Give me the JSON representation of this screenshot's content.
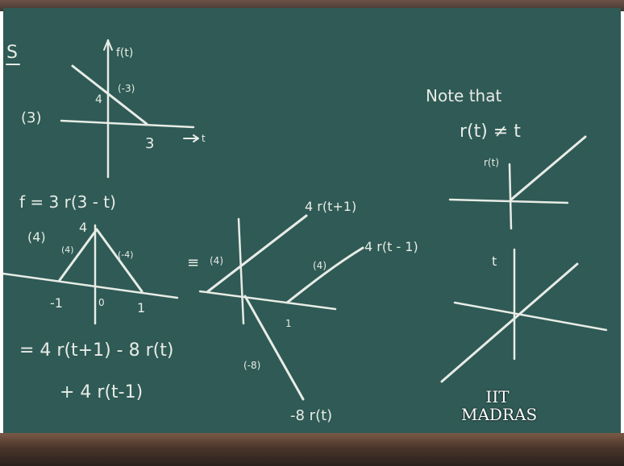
{
  "board": {
    "corner_mark": "S",
    "fig3": {
      "item": "(3)",
      "axis_label": "f(t)",
      "y_value": "4",
      "slope": "(-3)",
      "x_value": "3",
      "t_label": "t"
    },
    "fig3_formula": "f = 3 r(3 - t)",
    "fig4": {
      "item": "(4)",
      "peak": "4",
      "left_slope": "(4)",
      "right_slope": "(-4)",
      "tick_left": "-1",
      "tick_mid": "0",
      "tick_right": "1"
    },
    "decomp": {
      "equiv": "≡",
      "slope_up": "(4)",
      "label_up": "4 r(t+1)",
      "slope_right": "(4)",
      "label_right": "4 r(t - 1)",
      "slope_down": "(-8)",
      "label_down": "-8 r(t)",
      "tick": "1"
    },
    "sum_line1": "= 4 r(t+1) - 8 r(t)",
    "sum_line2": "+ 4 r(t-1)",
    "note": {
      "line1": "Note that",
      "line2": "r(t) ≠ t",
      "graph1_label": "r(t)",
      "graph2_label": "t"
    }
  },
  "watermark": {
    "line1": "IIT",
    "line2": "MADRAS"
  },
  "colors": {
    "board": "#2f5a55",
    "chalk": "#e8ece6",
    "frame": "#5a4034"
  }
}
